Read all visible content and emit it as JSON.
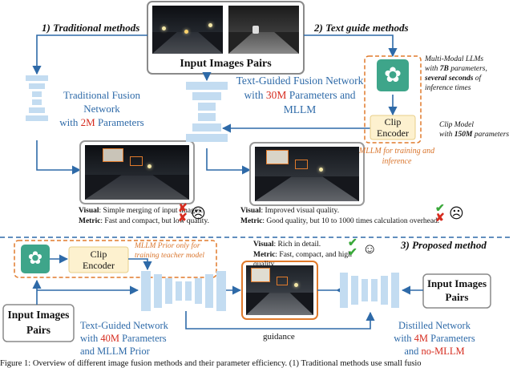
{
  "top": {
    "traditional_label": "1) Traditional methods",
    "text_guide_label": "2) Text guide methods",
    "input_pairs_label": "Input Images Pairs"
  },
  "traditional": {
    "line1": "Traditional Fusion",
    "line2": "Network",
    "line3_prefix": "with ",
    "line3_param": "2M",
    "line3_suffix": " Parameters",
    "visual_key": "Visual",
    "visual_text": ": Simple merging of input images.",
    "metric_key": "Metric",
    "metric_text": ": Fast and compact, but low quality."
  },
  "textguided": {
    "line1": "Text-Guided Fusion Network",
    "line2_prefix": "with ",
    "line2_param": "30M",
    "line2_suffix": " Parameters and",
    "line3": "MLLM",
    "visual_key": "Visual",
    "visual_text": ": Improved visual quality.",
    "metric_key": "Metric",
    "metric_text": ": Good quality, but 10 to 1000 times calculation overhead."
  },
  "mllm": {
    "note_line1": "Multi-Modal LLMs",
    "note_line2_prefix": "with ",
    "note_line2_bold": "7B",
    "note_line2_suffix": " parameters,",
    "note_line3_bold": "several seconds",
    "note_line3_suffix": " of",
    "note_line4": "inference times",
    "clip_line1": "Clip",
    "clip_line2": "Encoder",
    "clip_note_line1": "Clip Model",
    "clip_note_line2_prefix": "with ",
    "clip_note_line2_bold": "150M",
    "clip_note_line2_suffix": " parameters",
    "training_line1": "MLLM for training and",
    "training_line2": "inference"
  },
  "proposed": {
    "label": "3) Proposed method",
    "clip_line1": "Clip",
    "clip_line2": "Encoder",
    "prior_line1": "MLLM Prior only for",
    "prior_line2": "training teacher model",
    "visual_key": "Visual",
    "visual_text": ": Rich in detail.",
    "metric_key": "Metric",
    "metric_text": ": Fast, compact, and high quality.",
    "input_left_line1": "Input Images",
    "input_left_line2": "Pairs",
    "input_right_line1": "Input Images",
    "input_right_line2": "Pairs",
    "teacher_line1": "Text-Guided Network",
    "teacher_line2_prefix": "with ",
    "teacher_line2_param": "40M",
    "teacher_line2_suffix": " Parameters",
    "teacher_line3": "and MLLM Prior",
    "guidance_label": "guidance",
    "student_line1": "Distilled Network",
    "student_line2_prefix": "with ",
    "student_line2_param": "4M",
    "student_line2_suffix": " Parameters",
    "student_line3_prefix": "and ",
    "student_line3_highlight": "no-MLLM"
  },
  "caption": "Figure 1: Overview of different image fusion methods and their parameter efficiency. (1) Traditional methods use small fusio",
  "colors": {
    "blue": "#2e6aa8",
    "red": "#d62b1e",
    "orange": "#d9742b",
    "clip_fill": "#fdf1cf",
    "check_green": "#3aa83a",
    "cross_red": "#d62b1e"
  }
}
